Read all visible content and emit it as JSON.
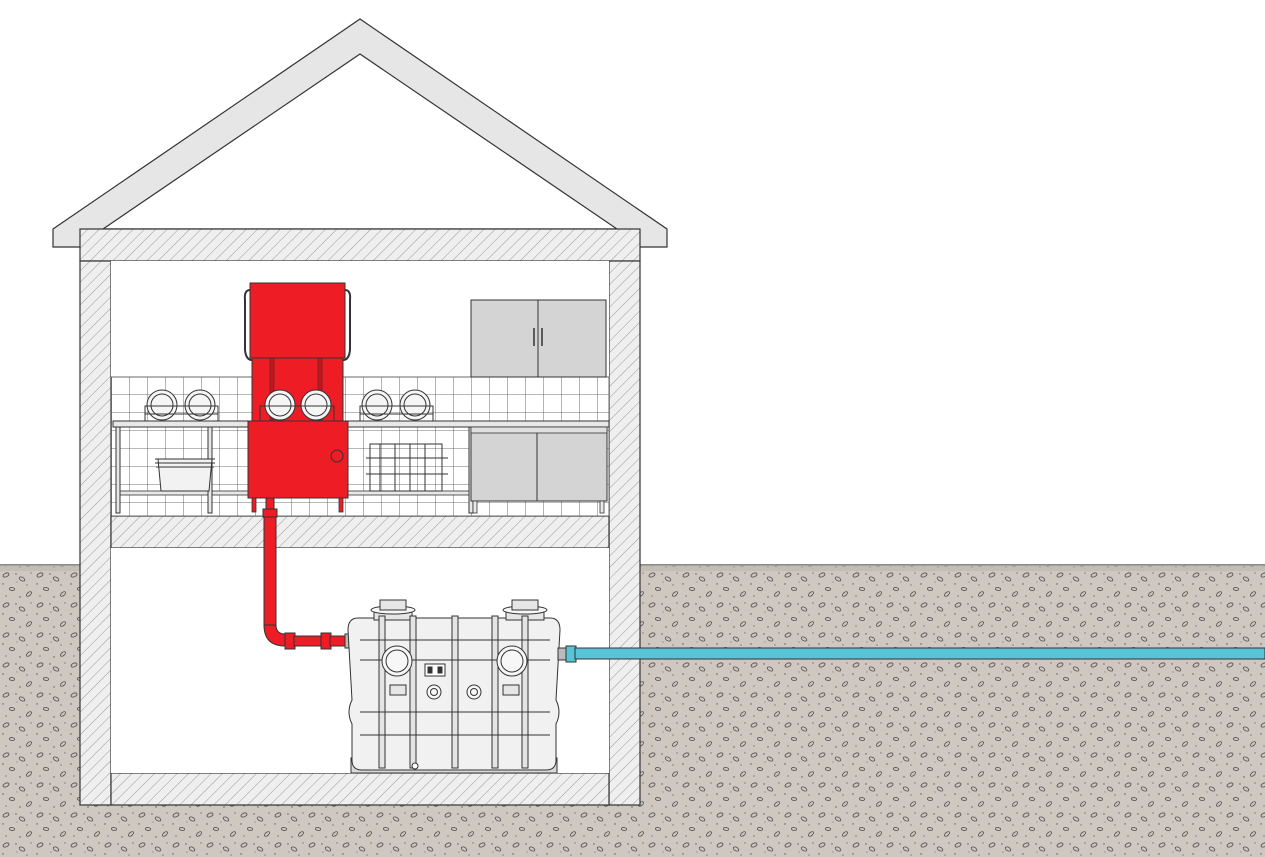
{
  "diagram": {
    "kind": "building section",
    "components": [
      {
        "id": "house",
        "icon": "house-section"
      },
      {
        "id": "kitchen",
        "icon": "commercial-kitchen"
      },
      {
        "id": "dishwasher",
        "icon": "hood-dishwasher"
      },
      {
        "id": "drain-pipe",
        "icon": "drain-pipe"
      },
      {
        "id": "separator-tank",
        "icon": "grease-separator"
      },
      {
        "id": "outlet-pipe",
        "icon": "outlet-pipe"
      },
      {
        "id": "ground",
        "icon": "soil"
      }
    ],
    "colors": {
      "soil": "#cbc4bd",
      "wall_hatch": "#ececec",
      "roof": "#e6e6e6",
      "dishwasher": "#ee1c25",
      "drain_pipe": "#ee1c25",
      "outlet_pipe": "#56c5d8",
      "cabinet": "#d4d4d4",
      "tank": "#f1f1f1"
    }
  }
}
